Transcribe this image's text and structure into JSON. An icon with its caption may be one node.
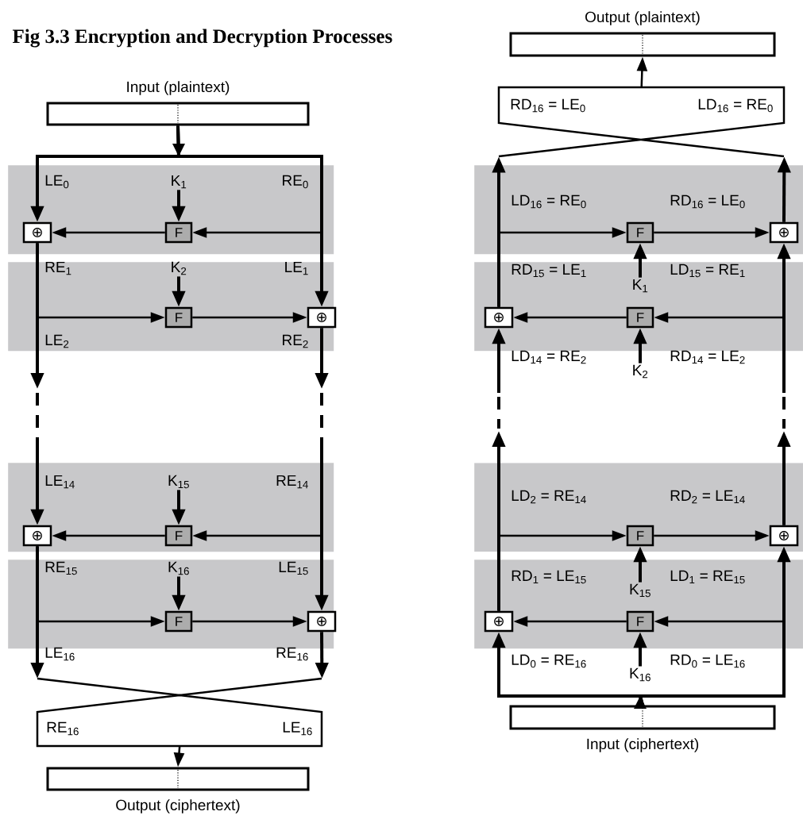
{
  "diagram": {
    "caption": "Fig 3.3 Encryption and Decryption Processes",
    "nodes": [
      {
        "text": [
          "Input (plaintext)"
        ]
      },
      {
        "text": [
          "LE$_{0}$",
          "RE$_{0}$"
        ]
      },
      {
        "text": [
          "K$_{1}$"
        ],
        "in": 1
      },
      {
        "text": [
          "⊕"
        ],
        "in": 1
      },
      {
        "text": [
          "F"
        ],
        "in": 1
      },
      {
        "text": [
          "RE$_{1}$",
          "LE$_{1}$",
          "LE$_{2}$",
          "RE$_{2}$"
        ]
      },
      {
        "text": [
          "K$_{2}$"
        ],
        "in": 5
      },
      {
        "text": [
          "F"
        ],
        "in": 5
      },
      {
        "text": [
          "⊕"
        ],
        "in": 5
      },
      {
        "text": [
          "LE$_{14}$",
          "RE$_{14}$"
        ]
      },
      {
        "text": [
          "K$_{15}$"
        ],
        "in": 9
      },
      {
        "text": [
          "⊕"
        ],
        "in": 9
      },
      {
        "text": [
          "F"
        ],
        "in": 9
      },
      {
        "text": [
          "RE$_{15}$",
          "LE$_{15}$",
          "LE$_{16}$",
          "RE$_{16}$"
        ]
      },
      {
        "text": [
          "K$_{16}$"
        ],
        "in": 13
      },
      {
        "text": [
          "F"
        ],
        "in": 13
      },
      {
        "text": [
          "⊕"
        ],
        "in": 13
      },
      {
        "text": [
          "RE$_{16}$",
          "LE$_{16}$"
        ]
      },
      {
        "text": [
          "Output (ciphertext)"
        ]
      },
      {
        "text": [
          "Output (plaintext)"
        ]
      },
      {
        "text": [
          "RD$_{16}$ = LE$_{0}$",
          "LD$_{16}$ = RE$_{0}$"
        ]
      },
      {
        "text": [
          "LD$_{16}$ = RE$_{0}$",
          "RD$_{16}$ = LE$_{0}$"
        ]
      },
      {
        "text": [
          "F"
        ],
        "in": 21
      },
      {
        "text": [
          "⊕"
        ],
        "in": 21
      },
      {
        "text": [
          "RD$_{15}$ = LE$_{1}$",
          "LD$_{15}$ = RE$_{1}$"
        ]
      },
      {
        "text": [
          "K$_{1}$"
        ],
        "in": 24
      },
      {
        "text": [
          "⊕"
        ],
        "in": 24
      },
      {
        "text": [
          "F"
        ],
        "in": 24
      },
      {
        "text": [
          "K$_{2}$"
        ]
      },
      {
        "text": [
          "LD$_{2}$ = RE$_{14}$",
          "RD$_{2}$ = LE$_{14}$"
        ]
      },
      {
        "text": [
          "F"
        ],
        "in": 29
      },
      {
        "text": [
          "⊕"
        ],
        "in": 29
      },
      {
        "text": [
          "RD$_{1}$ = LE$_{15}$",
          "LD$_{1}$ = RE$_{15}$"
        ]
      },
      {
        "text": [
          "K$_{15}$"
        ],
        "in": 32
      },
      {
        "text": [
          "⊕"
        ],
        "in": 32
      },
      {
        "text": [
          "F"
        ],
        "in": 32
      },
      {
        "text": [
          "K$_{16}$"
        ]
      },
      {
        "text": [
          "Input (ciphertext)"
        ]
      }
    ],
    "edges": [
      {
        "from": 0,
        "to": 3,
        "arrow": "to"
      },
      {
        "from": 0,
        "to": 4,
        "arrow": "to"
      },
      {
        "from": 0,
        "to": 8,
        "arrow": "to"
      },
      {
        "from": 2,
        "to": 4,
        "arrow": "to"
      },
      {
        "from": 4,
        "to": 3,
        "arrow": "to"
      },
      {
        "from": 6,
        "to": 7,
        "arrow": "to"
      },
      {
        "from": 3,
        "to": 7,
        "arrow": "to"
      },
      {
        "from": 7,
        "to": 8,
        "arrow": "to"
      },
      {
        "from": 3,
        "to": null,
        "arrow": "to"
      },
      {
        "from": 8,
        "to": null,
        "arrow": "to"
      },
      {
        "from": null,
        "to": 11,
        "arrow": "to"
      },
      {
        "from": null,
        "to": 12,
        "arrow": "to"
      },
      {
        "from": null,
        "to": 16,
        "arrow": "to"
      },
      {
        "from": 10,
        "to": 12,
        "arrow": "to"
      },
      {
        "from": 12,
        "to": 11,
        "arrow": "to"
      },
      {
        "from": 14,
        "to": 15,
        "arrow": "to"
      },
      {
        "from": 11,
        "to": 15,
        "arrow": "to"
      },
      {
        "from": 15,
        "to": 16,
        "arrow": "to"
      },
      {
        "from": 11,
        "to": 17,
        "arrow": "to"
      },
      {
        "from": 16,
        "to": 17,
        "arrow": "to"
      },
      {
        "from": 17,
        "to": 18,
        "arrow": "to"
      },
      {
        "from": 37,
        "to": 34,
        "arrow": "to"
      },
      {
        "from": 37,
        "to": 35,
        "arrow": "to"
      },
      {
        "from": 37,
        "to": 31,
        "arrow": "to"
      },
      {
        "from": 36,
        "to": 35,
        "arrow": "to"
      },
      {
        "from": 35,
        "to": 34,
        "arrow": "to"
      },
      {
        "from": 34,
        "to": 30,
        "arrow": "to"
      },
      {
        "from": 30,
        "to": 31,
        "arrow": "to"
      },
      {
        "from": 33,
        "to": 30,
        "arrow": "to"
      },
      {
        "from": 34,
        "to": null,
        "arrow": "to"
      },
      {
        "from": 31,
        "to": null,
        "arrow": "to"
      },
      {
        "from": null,
        "to": 26,
        "arrow": "to"
      },
      {
        "from": null,
        "to": 27,
        "arrow": "to"
      },
      {
        "from": null,
        "to": 23,
        "arrow": "to"
      },
      {
        "from": 28,
        "to": 27,
        "arrow": "to"
      },
      {
        "from": 27,
        "to": 26,
        "arrow": "to"
      },
      {
        "from": 26,
        "to": 22,
        "arrow": "to"
      },
      {
        "from": 22,
        "to": 23,
        "arrow": "to"
      },
      {
        "from": 25,
        "to": 22,
        "arrow": "to"
      },
      {
        "from": 26,
        "to": 20,
        "arrow": "to"
      },
      {
        "from": 23,
        "to": 20,
        "arrow": "to"
      },
      {
        "from": 20,
        "to": 19,
        "arrow": "to"
      }
    ],
    "labels": [
      "LD$_{14}$ = RE$_{2}$",
      "RD$_{14}$ = LE$_{2}$",
      "LD$_{0}$ = RE$_{16}$",
      "RD$_{0}$ = LE$_{16}$"
    ]
  }
}
